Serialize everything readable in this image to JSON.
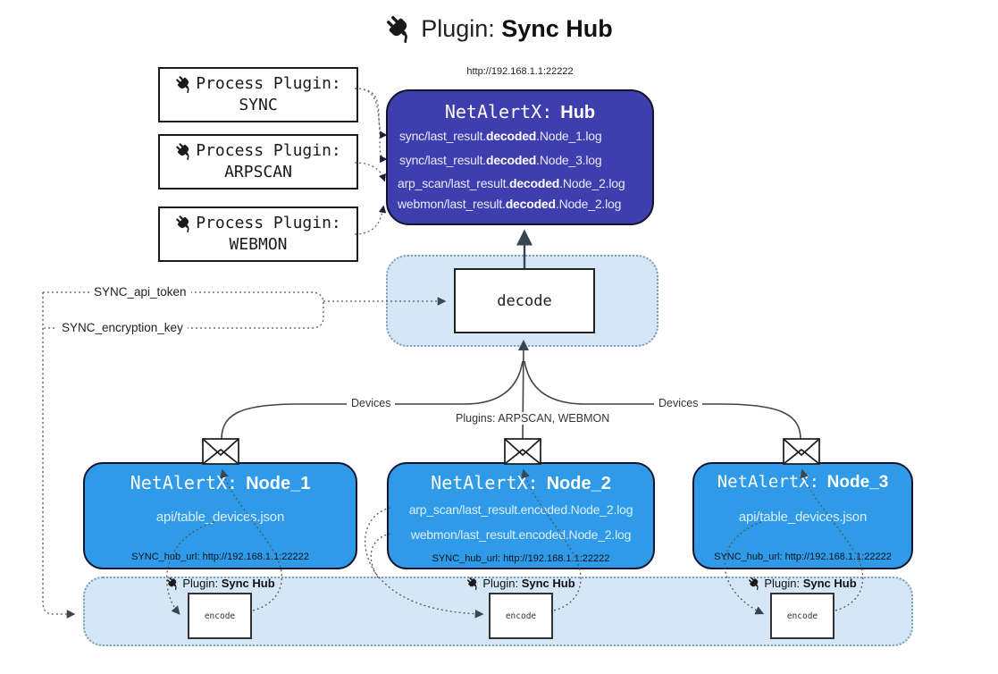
{
  "title": {
    "prefix": "Plugin:",
    "name": "Sync Hub"
  },
  "process_plugins": [
    {
      "label": "Process Plugin:",
      "name": "SYNC"
    },
    {
      "label": "Process Plugin:",
      "name": "ARPSCAN"
    },
    {
      "label": "Process Plugin:",
      "name": "WEBMON"
    }
  ],
  "hub": {
    "url": "http://192.168.1.1:22222",
    "title_prefix": "NetAlertX:",
    "title_name": "Hub",
    "log_lines": [
      {
        "pre": "sync/last_result.",
        "bold": "decoded",
        "post": ".Node_1.log"
      },
      {
        "pre": "sync/last_result.",
        "bold": "decoded",
        "post": ".Node_3.log"
      },
      {
        "pre": "arp_scan/last_result.",
        "bold": "decoded",
        "post": ".Node_2.log"
      },
      {
        "pre": "webmon/last_result.",
        "bold": "decoded",
        "post": ".Node_2.log"
      }
    ]
  },
  "decode": {
    "label": "decode"
  },
  "settings": {
    "api_token": "SYNC_api_token",
    "encryption_key": "SYNC_encryption_key"
  },
  "edge_labels": {
    "devices_left": "Devices",
    "devices_right": "Devices",
    "plugins": "Plugins: ARPSCAN, WEBMON"
  },
  "nodes": [
    {
      "title_prefix": "NetAlertX:",
      "title_name": "Node_1",
      "files": [
        "api/table_devices.json"
      ],
      "hub_url": "SYNC_hub_url: http://192.168.1.1:22222"
    },
    {
      "title_prefix": "NetAlertX:",
      "title_name": "Node_2",
      "files": [
        "arp_scan/last_result.encoded.Node_2.log",
        "webmon/last_result.encoded.Node_2.log"
      ],
      "hub_url": "SYNC_hub_url: http://192.168.1.1:22222"
    },
    {
      "title_prefix": "NetAlertX:",
      "title_name": "Node_3",
      "files": [
        "api/table_devices.json"
      ],
      "hub_url": "SYNC_hub_url: http://192.168.1.1:22222"
    }
  ],
  "encode_panel": {
    "encode_label": "encode",
    "plugin_prefix": "Plugin:",
    "plugin_name": "Sync Hub"
  },
  "colors": {
    "hub_fill": "#3e3eae",
    "node_fill": "#2e9ae8",
    "panel_fill": "#d5e7f7",
    "panel_border": "#7e9cba",
    "arrow_dark": "#3a4553",
    "line": "#444444"
  }
}
